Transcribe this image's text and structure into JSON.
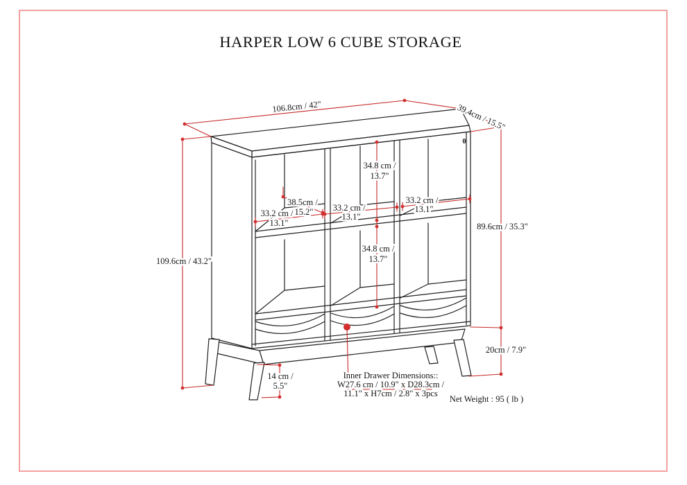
{
  "page": {
    "title": "HARPER LOW 6 CUBE STORAGE",
    "border_color": "#f0a0a0",
    "dimension_color": "#c62828",
    "line_color": "#1f1f1f"
  },
  "labels": {
    "overall_width": "106.8cm / 42\"",
    "overall_depth": "39.4cm / 15.5\"",
    "overall_height": "109.6cm / 43.2\"",
    "body_height": "89.6cm / 35.3\"",
    "base_height": "20cm / 7.9\"",
    "leg_height_1": "14 cm /",
    "leg_height_2": "5.5\"",
    "cube_height_1": "34.8 cm /",
    "cube_height_2": "13.7\"",
    "cube_depth_1": "38.5cm /",
    "cube_depth_2": "15.2\"",
    "cube_width_1": "33.2 cm /",
    "cube_width_2": "13.1\"",
    "marking": "0"
  },
  "notes": {
    "drawer_line1": "Inner Drawer Dimensions::",
    "drawer_line2": "W27.6 cm / 10.9\" x D28.3cm /",
    "drawer_line3": "11.1\" x H7cm / 2.8\" x 3pcs",
    "net_weight": "Net Weight : 95 ( lb )"
  }
}
